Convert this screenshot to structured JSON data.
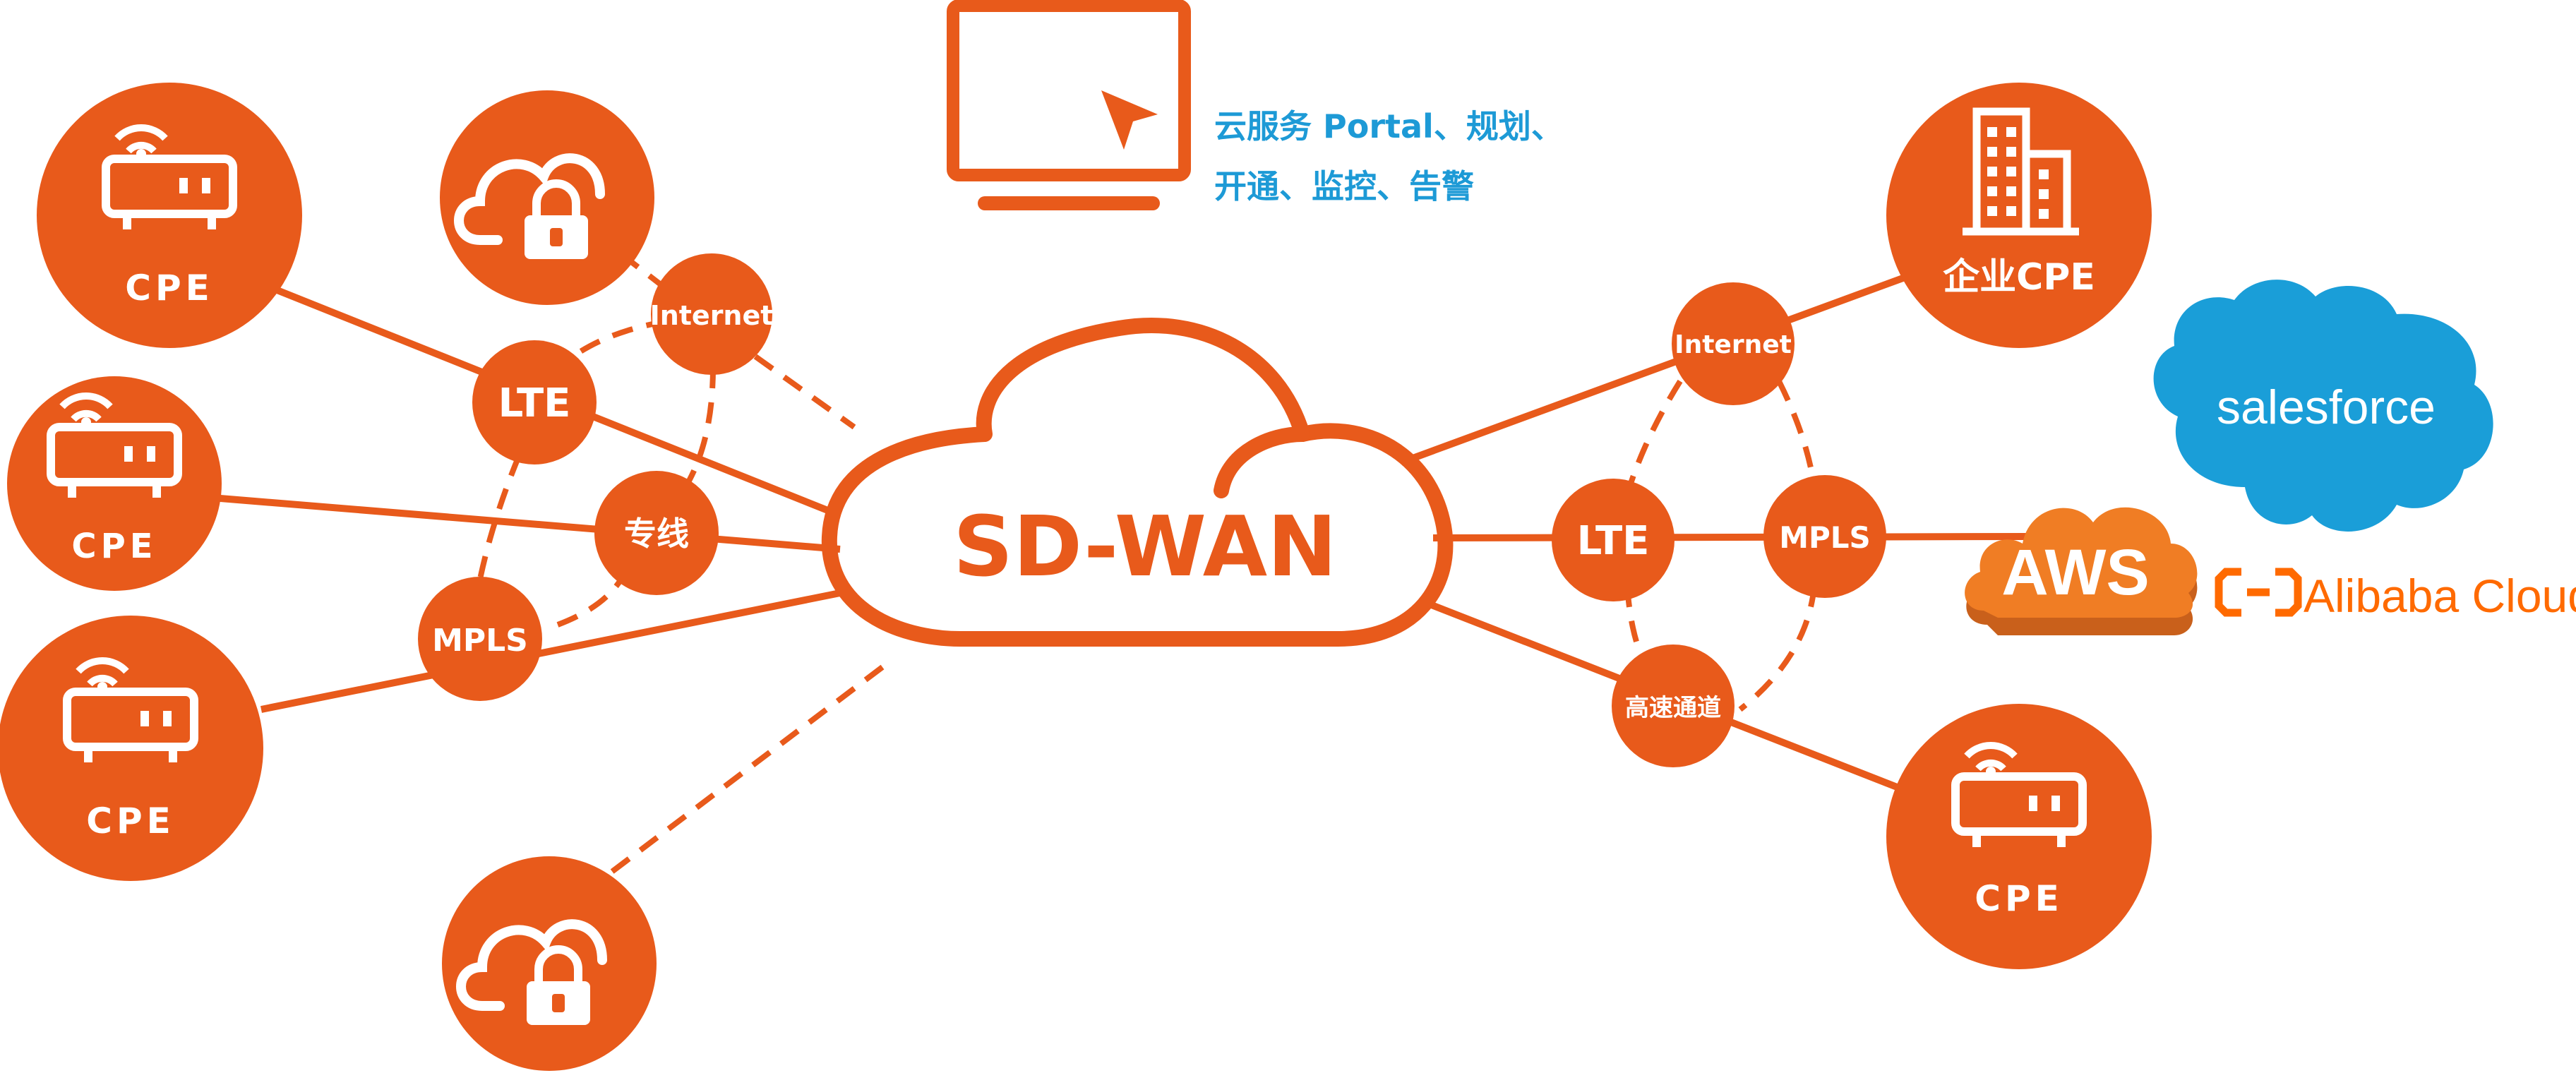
{
  "colors": {
    "primary": "#e85a1b",
    "white": "#ffffff",
    "salesforce": "#1a9ed8",
    "aws": "#f07d24",
    "aws_dark": "#c9601b",
    "alibaba": "#ff6a00",
    "portal_text": "#1d9ad6"
  },
  "portal": {
    "icon": "monitor-cursor-icon",
    "line1": "云服务 Portal、规划、",
    "line2": "开通、监控、告警"
  },
  "core": {
    "label": "SD-WAN",
    "icon": "cloud-icon"
  },
  "left_devices": [
    {
      "label": "CPE",
      "icon": "router-icon"
    },
    {
      "label": "CPE",
      "icon": "router-icon"
    },
    {
      "label": "CPE",
      "icon": "router-icon"
    }
  ],
  "left_clouds": [
    {
      "icon": "secure-cloud-icon"
    },
    {
      "icon": "secure-cloud-icon"
    }
  ],
  "left_links": {
    "internet": "Internet",
    "lte": "LTE",
    "leased": "专线",
    "mpls": "MPLS"
  },
  "right_links": {
    "internet": "Internet",
    "lte": "LTE",
    "mpls": "MPLS",
    "highspeed": "高速通道"
  },
  "right_devices": [
    {
      "label": "企业CPE",
      "icon": "building-icon"
    },
    {
      "label": "CPE",
      "icon": "router-icon"
    }
  ],
  "cloud_providers": {
    "salesforce": "salesforce",
    "aws": "AWS",
    "alibaba": "Alibaba Cloud"
  }
}
